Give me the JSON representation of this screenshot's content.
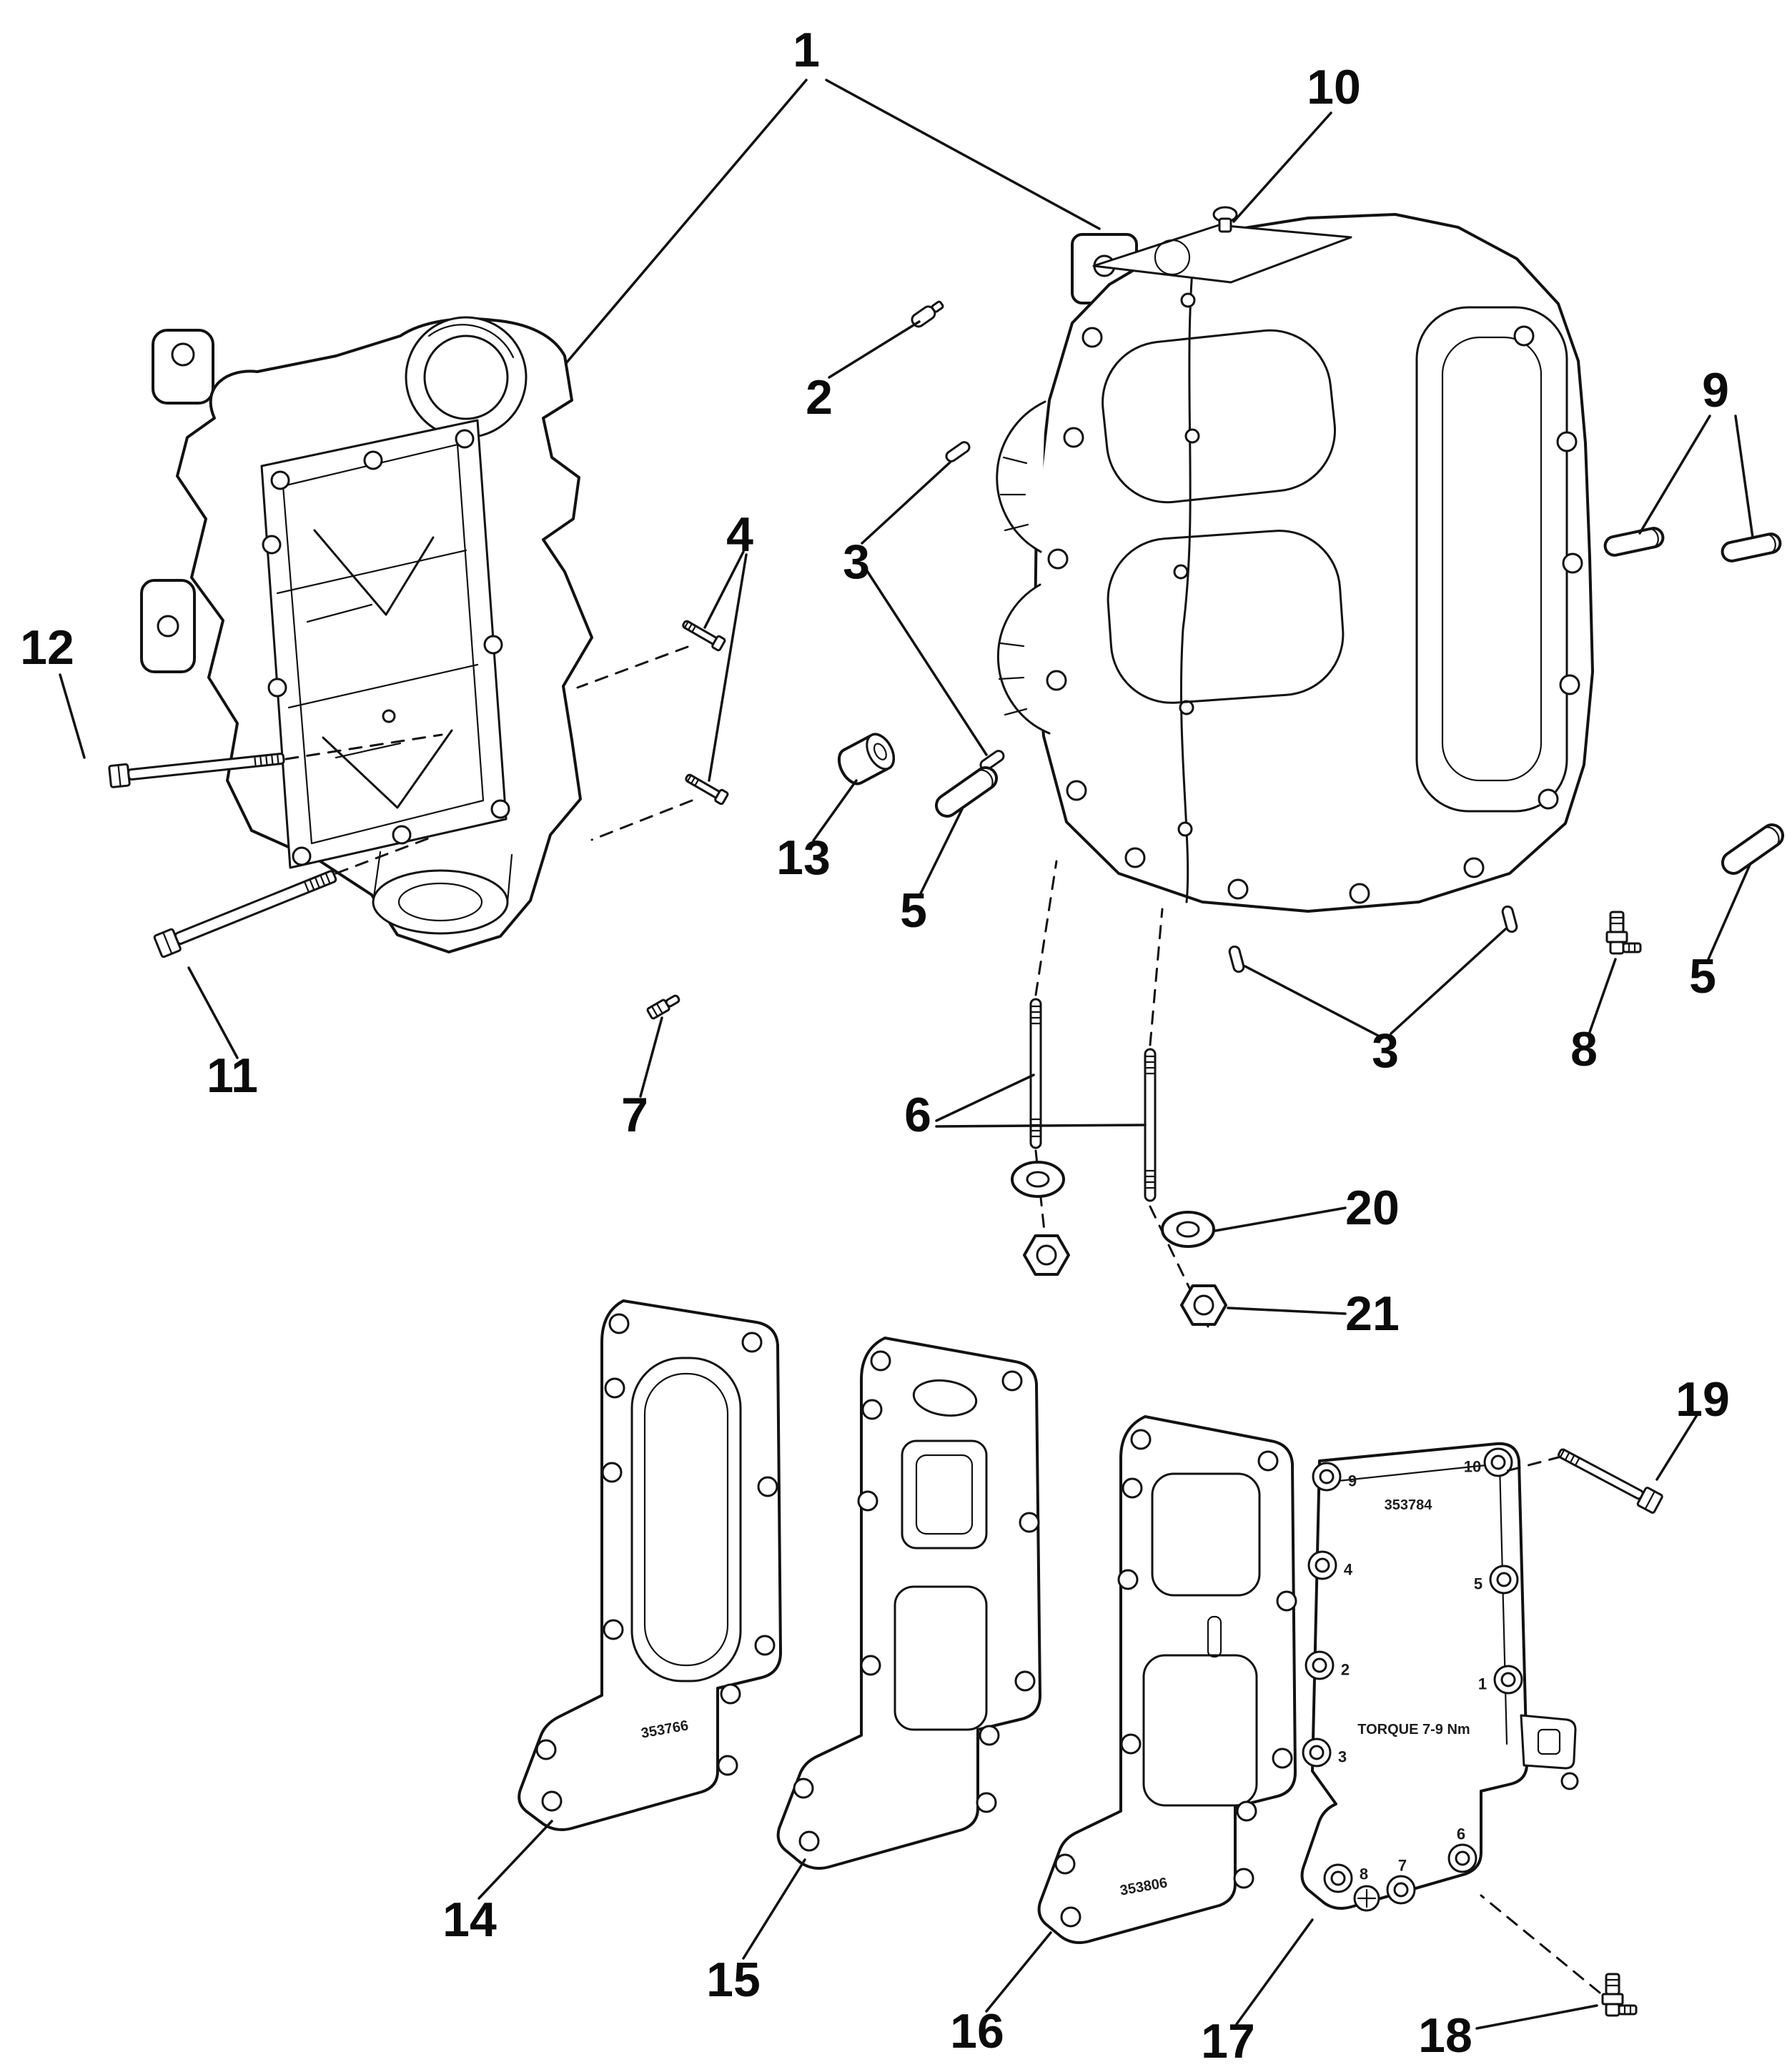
{
  "diagram": {
    "callouts": {
      "n1": "1",
      "n2": "2",
      "n3": "3",
      "n4": "4",
      "n5": "5",
      "n6": "6",
      "n7": "7",
      "n8": "8",
      "n9": "9",
      "n10": "10",
      "n11": "11",
      "n12": "12",
      "n13": "13",
      "n14": "14",
      "n15": "15",
      "n16": "16",
      "n17": "17",
      "n18": "18",
      "n19": "19",
      "n20": "20",
      "n21": "21"
    },
    "prints": {
      "gasket_14_number": "353766",
      "gasket_16_number": "353806",
      "plate_17_number": "353784",
      "plate_17_torque_note": "TORQUE 7-9 Nm",
      "sequence": {
        "s1": "1",
        "s2": "2",
        "s3": "3",
        "s4": "4",
        "s5": "5",
        "s6": "6",
        "s7": "7",
        "s8": "8",
        "s9": "9",
        "s10": "10"
      }
    },
    "colors": {
      "line": "#121212",
      "background": "#ffffff"
    }
  }
}
